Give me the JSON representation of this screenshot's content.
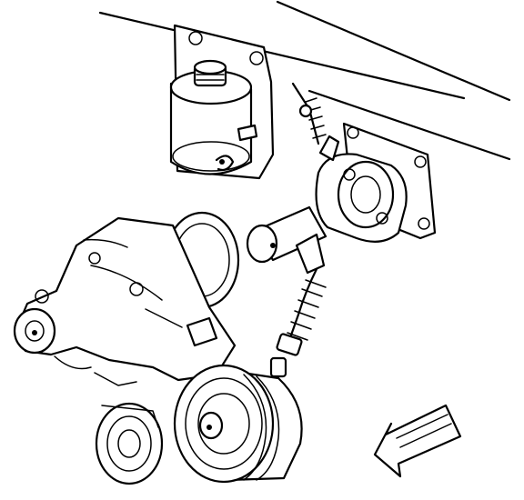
{
  "diagram": {
    "parts": [
      {
        "id": "reservoir",
        "icon": "fluid-reservoir-icon"
      },
      {
        "id": "reservoir-bracket",
        "icon": "mounting-bracket-icon"
      },
      {
        "id": "hydraulic-pump",
        "icon": "pump-icon"
      },
      {
        "id": "pump-mounting-plate",
        "icon": "mounting-plate-icon"
      },
      {
        "id": "coupling-shaft",
        "icon": "shaft-icon"
      },
      {
        "id": "upper-hose",
        "icon": "hose-icon"
      },
      {
        "id": "lower-hose",
        "icon": "hose-icon"
      },
      {
        "id": "engine-front-cover",
        "icon": "engine-block-icon"
      },
      {
        "id": "drive-pulley",
        "icon": "pulley-icon"
      },
      {
        "id": "idler-pulley",
        "icon": "pulley-icon"
      },
      {
        "id": "crank-pulley",
        "icon": "pulley-icon"
      }
    ],
    "direction_indicator": {
      "icon": "arrow-front-icon",
      "meaning": "front"
    },
    "colors": {
      "line": "#000000",
      "background": "#ffffff"
    }
  }
}
